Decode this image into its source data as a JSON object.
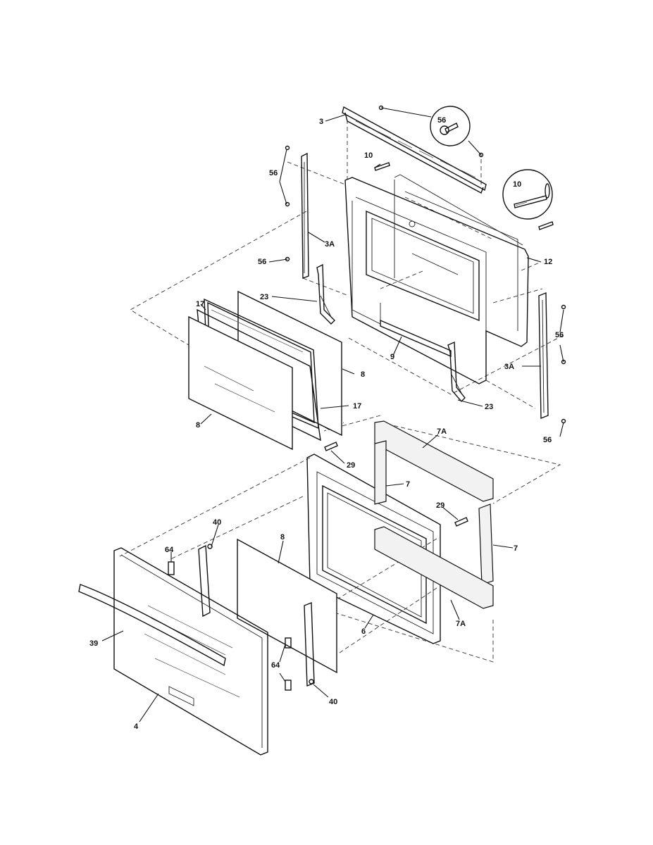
{
  "diagram": {
    "callouts": {
      "c3": "3",
      "c56_top": "56",
      "c56_left": "56",
      "c56_left2": "56",
      "c56_right": "56",
      "c56_right2": "56",
      "c10": "10",
      "c10_detail": "10",
      "c3A_left": "3A",
      "c3A_right": "3A",
      "c12": "12",
      "c23_left": "23",
      "c23_right": "23",
      "c17_top": "17",
      "c17_bottom": "17",
      "c8_back": "8",
      "c8_front": "8",
      "c8_mid": "8",
      "c9": "9",
      "c7A_top": "7A",
      "c7A_bottom": "7A",
      "c7_left": "7",
      "c7_right": "7",
      "c29_left": "29",
      "c29_right": "29",
      "c40_top": "40",
      "c40_bottom": "40",
      "c64_top": "64",
      "c64_bottom": "64",
      "c39": "39",
      "c6": "6",
      "c4": "4"
    }
  }
}
